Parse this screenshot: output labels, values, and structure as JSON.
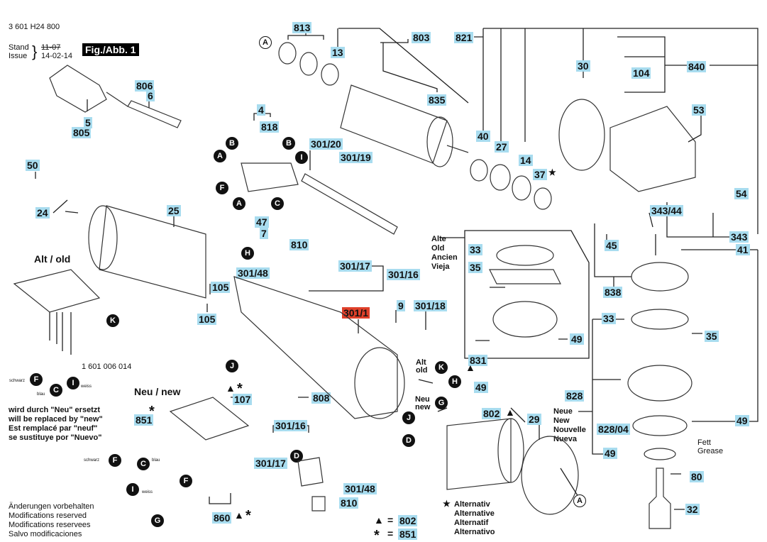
{
  "header": {
    "part_number": "3 601 H24 800",
    "stand_label": "Stand",
    "issue_label": "Issue",
    "stand_old": "11-07",
    "issue_date": "14-02-14",
    "figure": "Fig./Abb. 1"
  },
  "labels": {
    "l813": "813",
    "l13": "13",
    "l803": "803",
    "l821": "821",
    "l835": "835",
    "l30": "30",
    "l840": "840",
    "l104": "104",
    "l53": "53",
    "l806": "806",
    "l6": "6",
    "l5": "5",
    "l805": "805",
    "l4": "4",
    "l818": "818",
    "l301_20": "301/20",
    "l301_19": "301/19",
    "l40": "40",
    "l27": "27",
    "l14": "14",
    "l37": "37",
    "l50": "50",
    "l24": "24",
    "l25": "25",
    "l47": "47",
    "l7": "7",
    "l810a": "810",
    "l301_48a": "301/48",
    "l301_17a": "301/17",
    "l301_16a": "301/16",
    "l105a": "105",
    "l105b": "105",
    "l301_1": "301/1",
    "l9": "9",
    "l301_18": "301/18",
    "l33a": "33",
    "l35a": "35",
    "l49a": "49",
    "l831": "831",
    "l49b": "49",
    "l54": "54",
    "l343_44": "343/44",
    "l343": "343",
    "l45": "45",
    "l41": "41",
    "l838": "838",
    "l33b": "33",
    "l35b": "35",
    "l828": "828",
    "l828_04": "828/04",
    "l49c": "49",
    "l49d": "49",
    "l80": "80",
    "l32": "32",
    "l107": "107",
    "l851": "851",
    "l808": "808",
    "l802": "802",
    "l29": "29",
    "l301_16b": "301/16",
    "l301_17b": "301/17",
    "l301_48b": "301/48",
    "l810b": "810",
    "l860": "860",
    "eq802": "802",
    "eq851": "851"
  },
  "connectors": {
    "A": "A",
    "B": "B",
    "C": "C",
    "D": "D",
    "F": "F",
    "G": "G",
    "H": "H",
    "I": "I",
    "J": "J",
    "K": "K"
  },
  "texts": {
    "alt_old": "Alt / old",
    "neu_new": "Neu / new",
    "part_1601": "1 601 006 014",
    "schwarz": "schwarz",
    "blau": "blau",
    "weiss": "weiss",
    "replaced": [
      "wird durch \"Neu\" ersetzt",
      "will be replaced by \"new\"",
      "Est remplacé par \"neuf\"",
      "se sustituye por \"Nuevo\""
    ],
    "modifications": [
      "Änderungen vorbehalten",
      "Modifications reserved",
      "Modifications reservees",
      "Salvo modificaciones"
    ],
    "alte": [
      "Alte",
      "Old",
      "Ancien",
      "Vieja"
    ],
    "neue": [
      "Neue",
      "New",
      "Nouvelle",
      "Nueva"
    ],
    "alt_small": [
      "Alt",
      "old"
    ],
    "neu_small": [
      "Neu",
      "new"
    ],
    "fett": [
      "Fett",
      "Grease"
    ],
    "alternativ": [
      "Alternativ",
      "Alternative",
      "Alternatif",
      "Alternativo"
    ],
    "star": "★",
    "asterisk": "*",
    "triangle": "▲",
    "equals": "="
  },
  "colors": {
    "label_bg": "#a8dcef",
    "highlight_bg": "#e0402a"
  }
}
